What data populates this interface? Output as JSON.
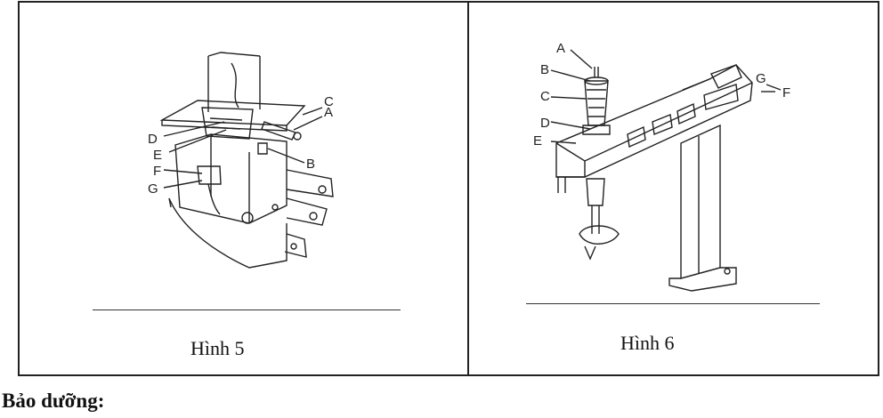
{
  "figures": [
    {
      "caption": "Hình 5",
      "labels": [
        "A",
        "B",
        "C",
        "D",
        "E",
        "F",
        "G"
      ],
      "illustration": "shaft-bracket-assembly"
    },
    {
      "caption": "Hình 6",
      "labels": [
        "A",
        "B",
        "C",
        "D",
        "E",
        "F",
        "G"
      ],
      "illustration": "tire-changer-arm"
    }
  ],
  "section_heading": "Bảo dưỡng:",
  "colors": {
    "ink": "#222222",
    "watermark": "#e7a3a3"
  }
}
